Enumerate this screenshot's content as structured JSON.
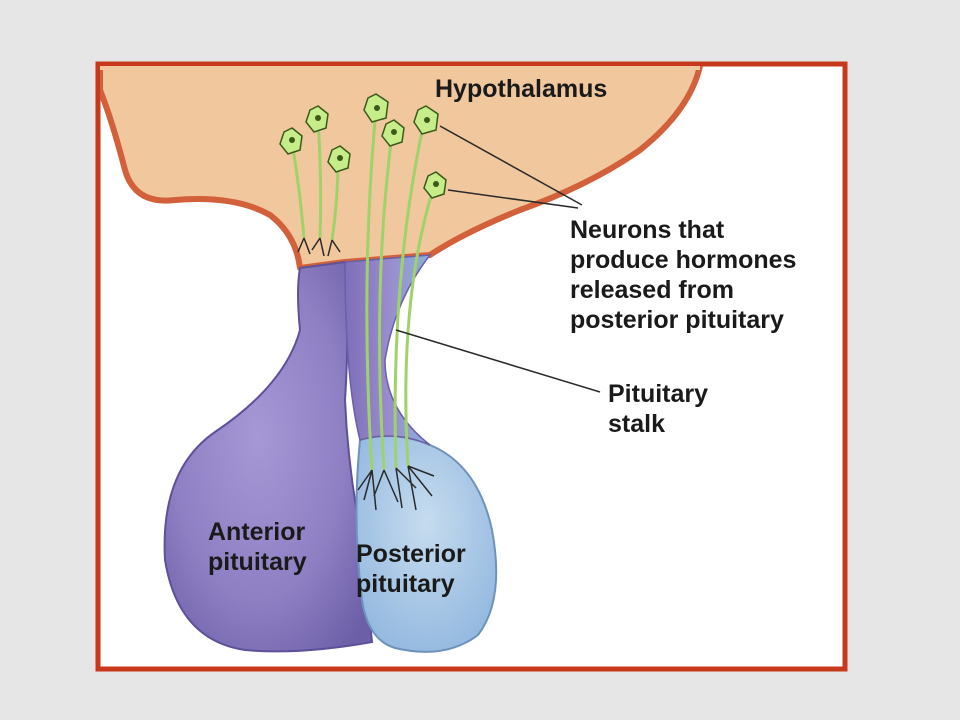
{
  "labels": {
    "hypothalamus": "Hypothalamus",
    "neurons": [
      "Neurons that",
      "produce hormones",
      "released from",
      "posterior pituitary"
    ],
    "stalk": [
      "Pituitary",
      "stalk"
    ],
    "anterior": [
      "Anterior",
      "pituitary"
    ],
    "posterior": [
      "Posterior",
      "pituitary"
    ]
  },
  "colors": {
    "page_background": "#e6e6e6",
    "frame_border": "#c8381a",
    "hypothalamus_fill": "#f1c79d",
    "hypothalamus_edge": "#d2603a",
    "anterior_fill": "#8d7fc2",
    "posterior_fill": "#a9c8e4",
    "neuron_body": "#c7ec8a",
    "axon": "#9fd36a"
  }
}
